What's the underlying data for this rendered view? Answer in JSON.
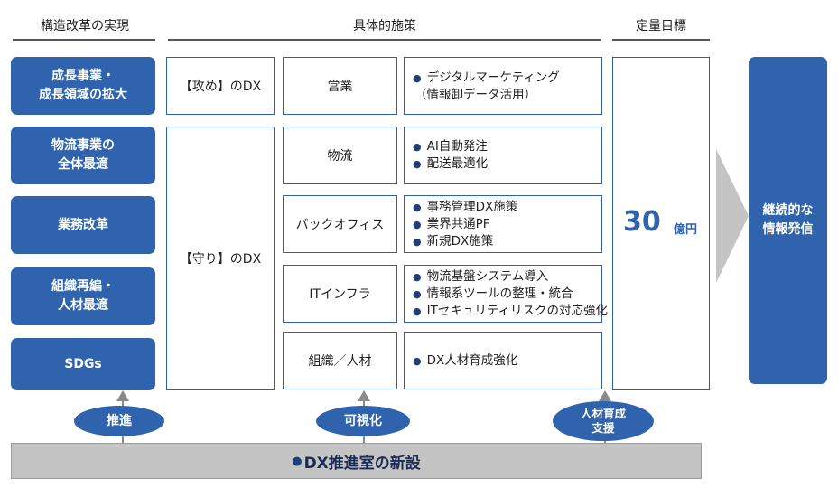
{
  "headers": {
    "structural_reform": "構造改革の実現",
    "specific_measures": "具体的施策",
    "quant_target": "定量目標"
  },
  "reforms": [
    "成長事業・\n成長領域の拡大",
    "物流事業の\n全体最適",
    "業務改革",
    "組織再編・\n人材最適",
    "SDGs"
  ],
  "dx_types": {
    "offense": "【攻め】のDX",
    "defense": "【守り】のDX"
  },
  "areas": [
    "営業",
    "物流",
    "バックオフィス",
    "ITインフラ",
    "組織／人材"
  ],
  "measures": [
    [
      "デジタルマーケティング",
      "（情報卸データ活用）"
    ],
    [
      "AI自動発注",
      "配送最適化"
    ],
    [
      "事務管理DX施策",
      "業界共通PF",
      "新規DX施策"
    ],
    [
      "物流基盤システム導入",
      "情報系ツールの整理・統合",
      "ITセキュリティリスクの対応強化"
    ],
    [
      "DX人材育成強化"
    ]
  ],
  "target": {
    "value": "30",
    "unit": "億円"
  },
  "outcome": "継続的な\n情報発信",
  "supports": {
    "promotion": "推進",
    "visualization": "可視化",
    "talent": "人材育成\n支援"
  },
  "base": {
    "bullet": "●",
    "label": "DX推進室の新設"
  },
  "colors": {
    "primary_blue": "#2f63ad",
    "border_blue": "#2f5fa5",
    "arrow_gray": "#c4c4c4"
  }
}
